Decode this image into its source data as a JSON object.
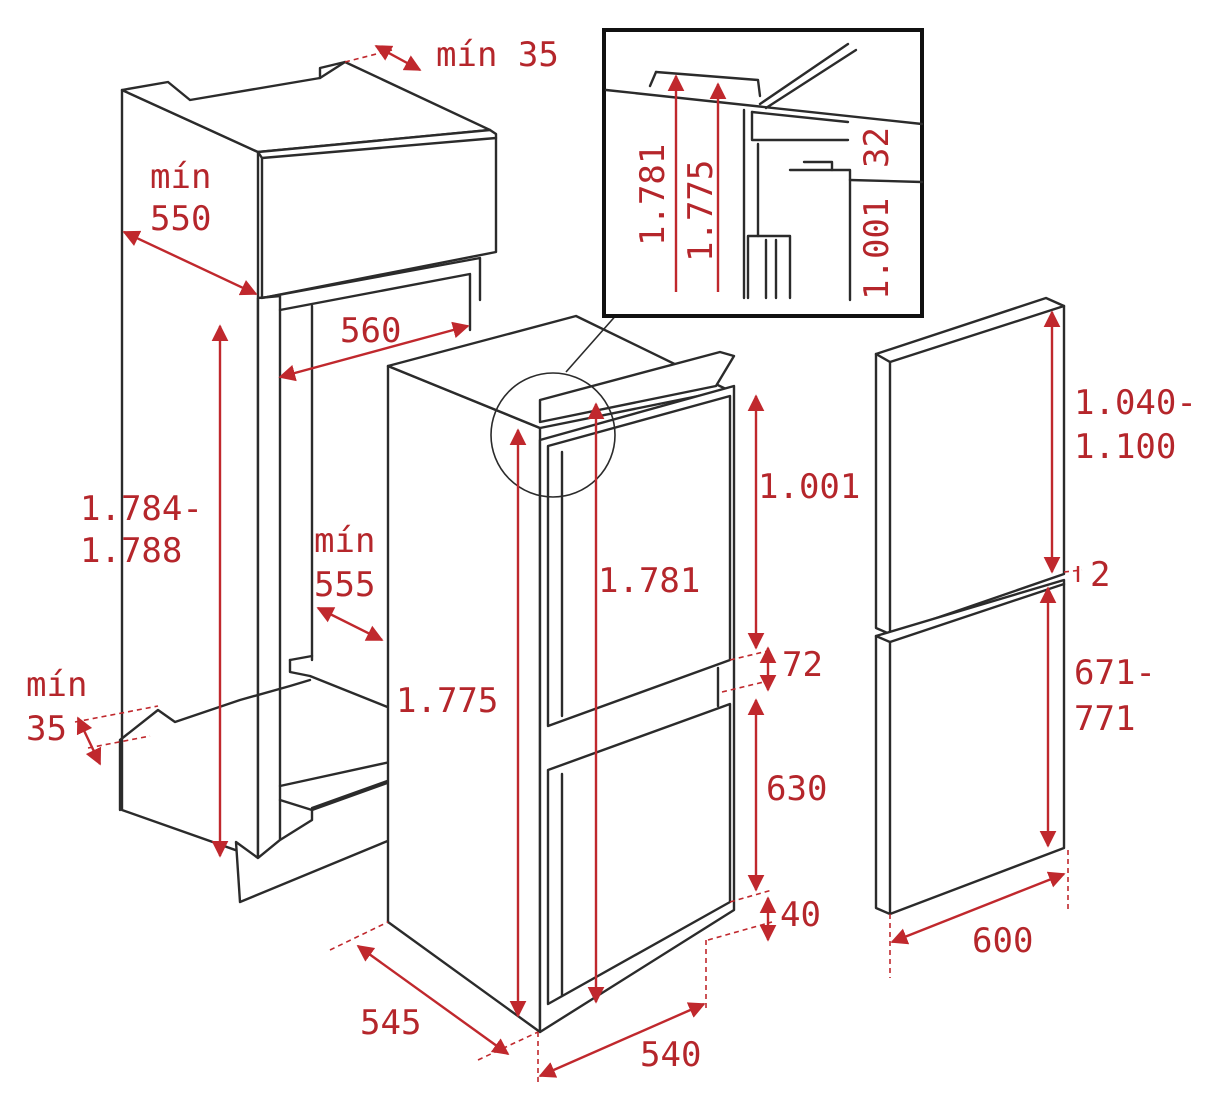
{
  "colors": {
    "line": "#2b2b2b",
    "dimension": "#c0282d"
  },
  "niche": {
    "top_clearance": "mín 35",
    "depth_min_line1": "mín",
    "depth_min_line2": "550",
    "inner_width": "560",
    "height_line1": "1.784-",
    "height_line2": "1.788",
    "inner_depth_line1": "mín",
    "inner_depth_line2": "555",
    "bottom_clearance_line1": "mín",
    "bottom_clearance_line2": "35"
  },
  "detail": {
    "height_a": "1.781",
    "height_b": "1.775",
    "gap_top": "32",
    "door_height": "1.001"
  },
  "appliance": {
    "door_height": "1.781",
    "body_height": "1.775",
    "upper_door": "1.001",
    "gap": "72",
    "lower_door": "630",
    "bottom_gap": "40",
    "depth": "545",
    "width": "540"
  },
  "doors": {
    "upper_line1": "1.040-",
    "upper_line2": "1.100",
    "gap": "2",
    "lower_line1": "671-",
    "lower_line2": "771",
    "width": "600"
  }
}
